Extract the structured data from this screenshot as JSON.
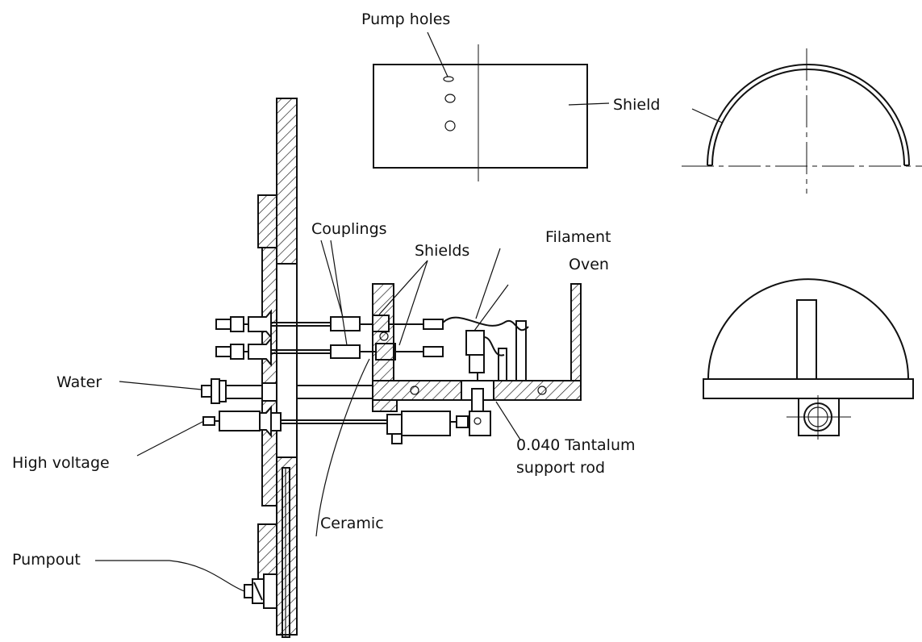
{
  "labels": {
    "pump_holes": "Pump holes",
    "shield": "Shield",
    "couplings": "Couplings",
    "shields": "Shields",
    "filament": "Filament",
    "oven": "Oven",
    "water": "Water",
    "high_voltage": "High voltage",
    "tantalum_line1": "0.040 Tantalum",
    "tantalum_line2": "support rod",
    "ceramic": "Ceramic",
    "pumpout": "Pumpout"
  }
}
